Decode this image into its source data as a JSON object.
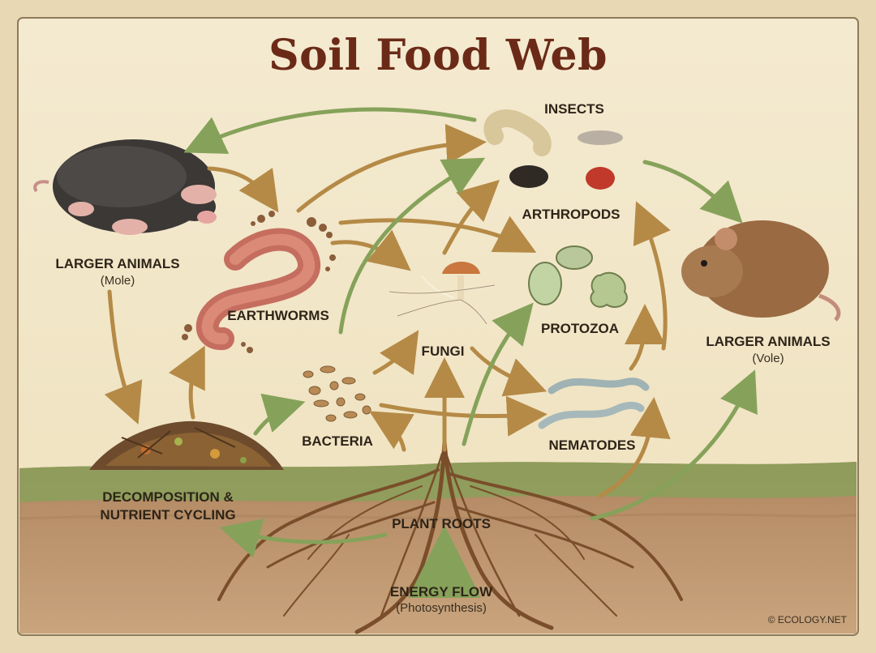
{
  "title": "Soil Food Web",
  "labels": {
    "larger_animals_mole": "LARGER ANIMALS",
    "mole_sub": "(Mole)",
    "earthworms": "EARTHWORMS",
    "insects": "INSECTS",
    "arthropods": "ARTHROPODS",
    "protozoa": "PROTOZOA",
    "fungi": "FUNGI",
    "bacteria": "BACTERIA",
    "nematodes": "NEMATODES",
    "larger_animals_vole": "LARGER ANIMALS",
    "vole_sub": "(Vole)",
    "decomposition_line1": "DECOMPOSITION &",
    "decomposition_line2": "NUTRIENT CYCLING",
    "plant_roots": "PLANT ROOTS",
    "energy_flow": "ENERGY FLOW",
    "energy_sub": "(Photosynthesis)"
  },
  "credit": "© ECOLOGY.NET",
  "colors": {
    "title": "#6b2a17",
    "arrow_brown": "#b58a46",
    "arrow_green": "#86a25a",
    "soil": "#9c6b43",
    "grass": "#8aa05a",
    "parchment": "#f3ead0"
  }
}
